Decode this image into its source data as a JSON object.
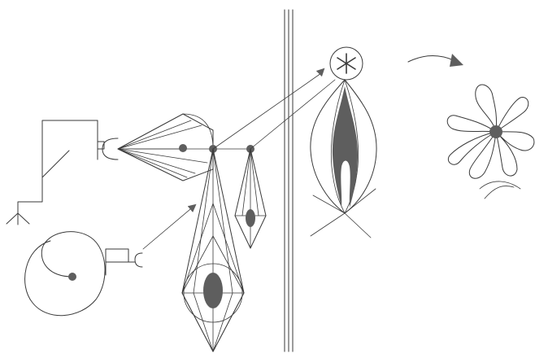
{
  "colors": {
    "background": "#ffffff",
    "line": "#3a3a3a",
    "fill": "#5e5e5e"
  },
  "elements": [
    "bent-lever-mechanism",
    "spiral-line",
    "small-cup-connector",
    "cup-receiver",
    "fan-kite",
    "tall-diamond",
    "small-diamond",
    "double-vertical-rule",
    "flame-vase",
    "asterisk-circle",
    "curved-arrow",
    "petal-flower"
  ]
}
